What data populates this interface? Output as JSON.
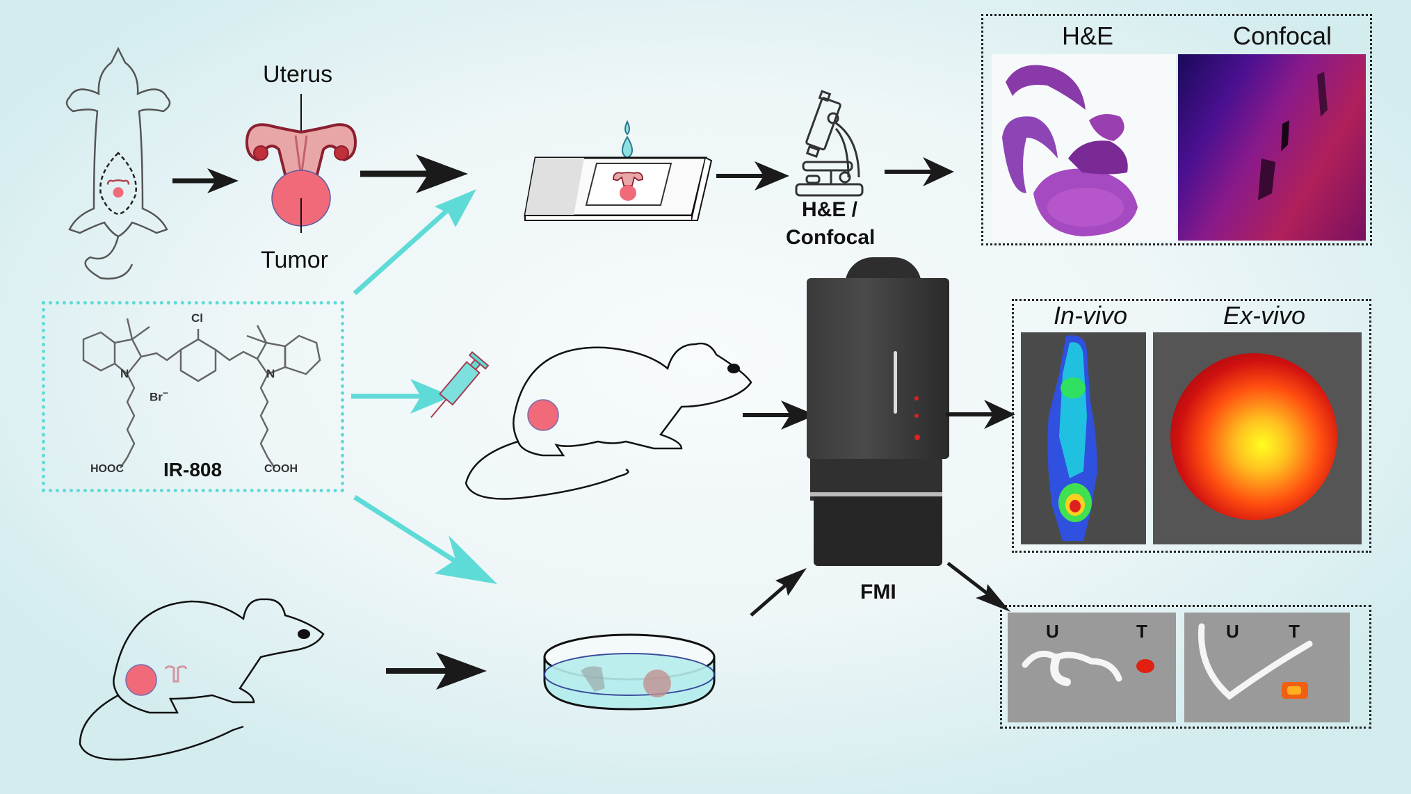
{
  "labels": {
    "uterus": "Uterus",
    "tumor": "Tumor",
    "compound_name": "IR-808",
    "chem_cl": "Cl",
    "chem_br": "Br",
    "chem_br_charge": "−",
    "chem_n_left": "N",
    "chem_n_right": "N",
    "chem_hooc": "HOOC",
    "chem_cooh": "COOH",
    "microscope_caption_line1": "H&E /",
    "microscope_caption_line2": "Confocal",
    "fmi_caption": "FMI"
  },
  "panels": {
    "histology": {
      "left_title": "H&E",
      "right_title": "Confocal"
    },
    "imaging": {
      "left_title": "In-vivo",
      "right_title": "Ex-vivo"
    },
    "organs": {
      "left_u": "U",
      "left_t": "T",
      "right_u": "U",
      "right_t": "T"
    }
  },
  "colors": {
    "accent_cyan": "#5fdbd7",
    "tumor_pink": "#f06a7a",
    "arrow_black": "#1a1a1a"
  }
}
